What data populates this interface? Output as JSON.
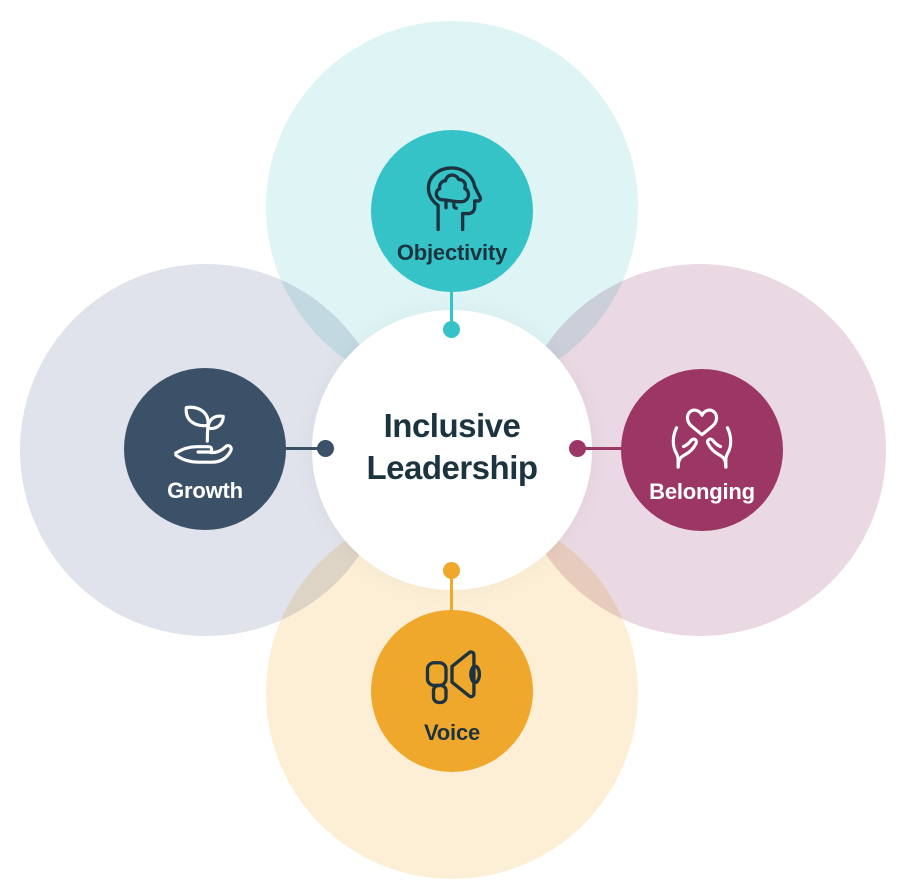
{
  "title": {
    "line1": "Inclusive",
    "line2": "Leadership"
  },
  "colors": {
    "background": "#ffffff",
    "hub_fill": "#ffffff",
    "title_text": "#1c3340"
  },
  "nodes": [
    {
      "id": "objectivity",
      "label": "Objectivity",
      "position": "top",
      "color": "#35c3c7",
      "halo_color": "#def4f5",
      "icon": "brain-head-icon",
      "icon_color": "#1d333f",
      "label_color": "#1d333f"
    },
    {
      "id": "belonging",
      "label": "Belonging",
      "position": "right",
      "color": "#9c3765",
      "halo_color": "#ead9e2",
      "icon": "hands-heart-icon",
      "icon_color": "#ffffff",
      "label_color": "#ffffff"
    },
    {
      "id": "voice",
      "label": "Voice",
      "position": "bottom",
      "color": "#f0a82c",
      "halo_color": "#fcefd6",
      "icon": "megaphone-icon",
      "icon_color": "#1d333f",
      "label_color": "#1d333f"
    },
    {
      "id": "growth",
      "label": "Growth",
      "position": "left",
      "color": "#3b5168",
      "halo_color": "#e0e3eb",
      "icon": "sprout-hand-icon",
      "icon_color": "#ffffff",
      "label_color": "#ffffff"
    }
  ]
}
